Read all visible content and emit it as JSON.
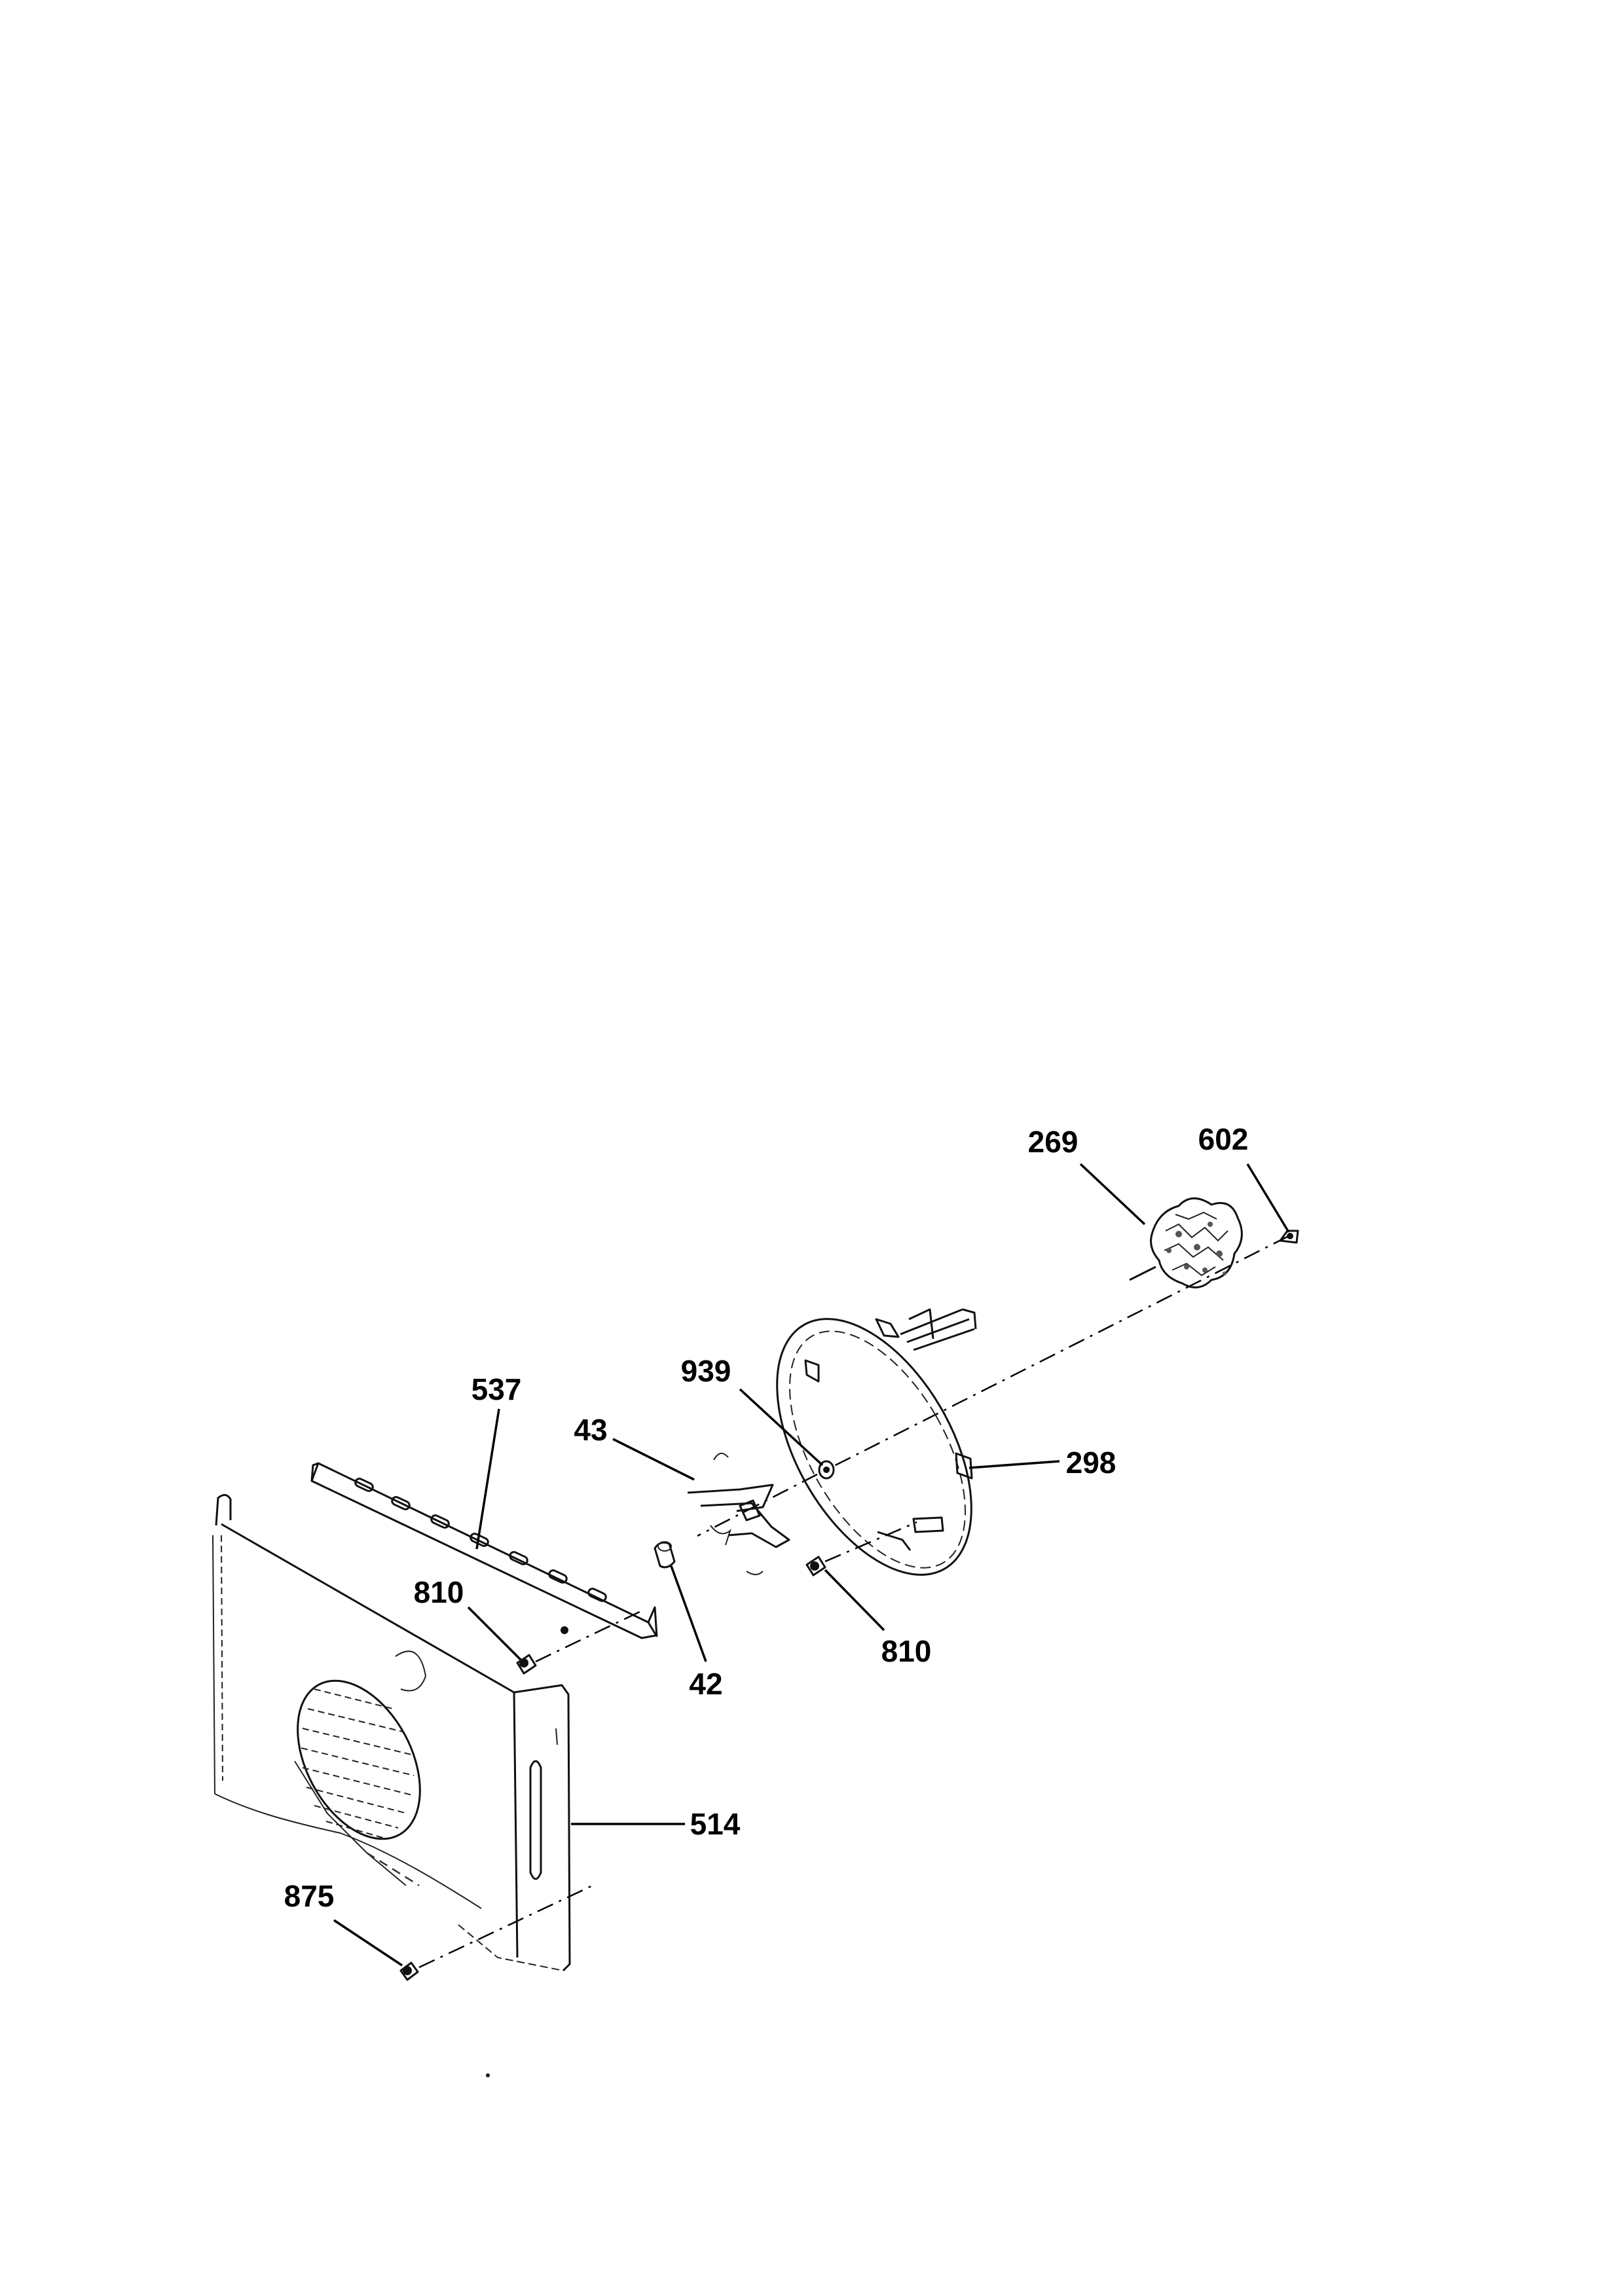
{
  "diagram": {
    "type": "exploded-parts-diagram",
    "callouts": {
      "c269": "269",
      "c602": "602",
      "c939": "939",
      "c537": "537",
      "c43": "43",
      "c298": "298",
      "c810_left": "810",
      "c810_right": "810",
      "c42": "42",
      "c514": "514",
      "c875": "875"
    }
  }
}
